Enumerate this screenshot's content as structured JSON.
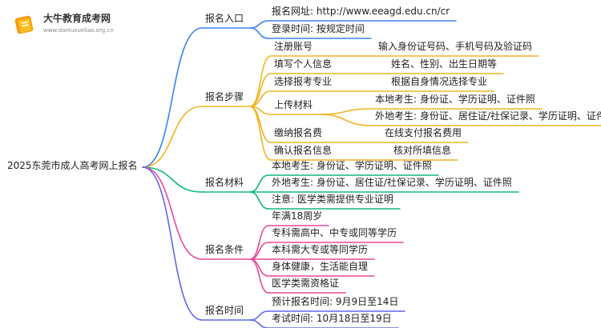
{
  "logo": {
    "title": "大牛教育成考网",
    "url": "www.daniuxueliao.org.cn"
  },
  "mindmap": {
    "root": "2025东莞市成人高考网上报名",
    "branches": [
      {
        "label": "报名入口",
        "color": "#3b82f6",
        "children": [
          {
            "label": "报名网址: http://www.eeagd.edu.cn/cr"
          },
          {
            "label": "登录时间: 按规定时间"
          }
        ]
      },
      {
        "label": "报名步骤",
        "color": "#f2b51f",
        "children": [
          {
            "label": "注册账号",
            "children": [
              {
                "label": "输入身份证号码、手机号码及验证码"
              }
            ]
          },
          {
            "label": "填写个人信息",
            "children": [
              {
                "label": "姓名、性别、出生日期等"
              }
            ]
          },
          {
            "label": "选择报考专业",
            "children": [
              {
                "label": "根据自身情况选择专业"
              }
            ]
          },
          {
            "label": "上传材料",
            "children": [
              {
                "label": "本地考生: 身份证、学历证明、证件照"
              },
              {
                "label": "外地考生: 身份证、居住证/社保记录、学历证明、证件照"
              }
            ]
          },
          {
            "label": "缴纳报名费",
            "children": [
              {
                "label": "在线支付报名费用"
              }
            ]
          },
          {
            "label": "确认报名信息",
            "children": [
              {
                "label": "核对所填信息"
              }
            ]
          }
        ]
      },
      {
        "label": "报名材料",
        "color": "#10b981",
        "children": [
          {
            "label": "本地考生: 身份证、学历证明、证件照"
          },
          {
            "label": "外地考生: 身份证、居住证/社保记录、学历证明、证件照"
          },
          {
            "label": "注意: 医学类需提供专业证明"
          }
        ]
      },
      {
        "label": "报名条件",
        "color": "#ec4899",
        "children": [
          {
            "label": "年满18周岁"
          },
          {
            "label": "专科需高中、中专或同等学历"
          },
          {
            "label": "本科需大专或等同学历"
          },
          {
            "label": "身体健康，生活能自理"
          },
          {
            "label": "医学类需资格证"
          }
        ]
      },
      {
        "label": "报名时间",
        "color": "#6366f1",
        "children": [
          {
            "label": "预计报名时间: 9月9日至14日"
          },
          {
            "label": "考试时间: 10月18日至19日"
          }
        ]
      }
    ]
  }
}
